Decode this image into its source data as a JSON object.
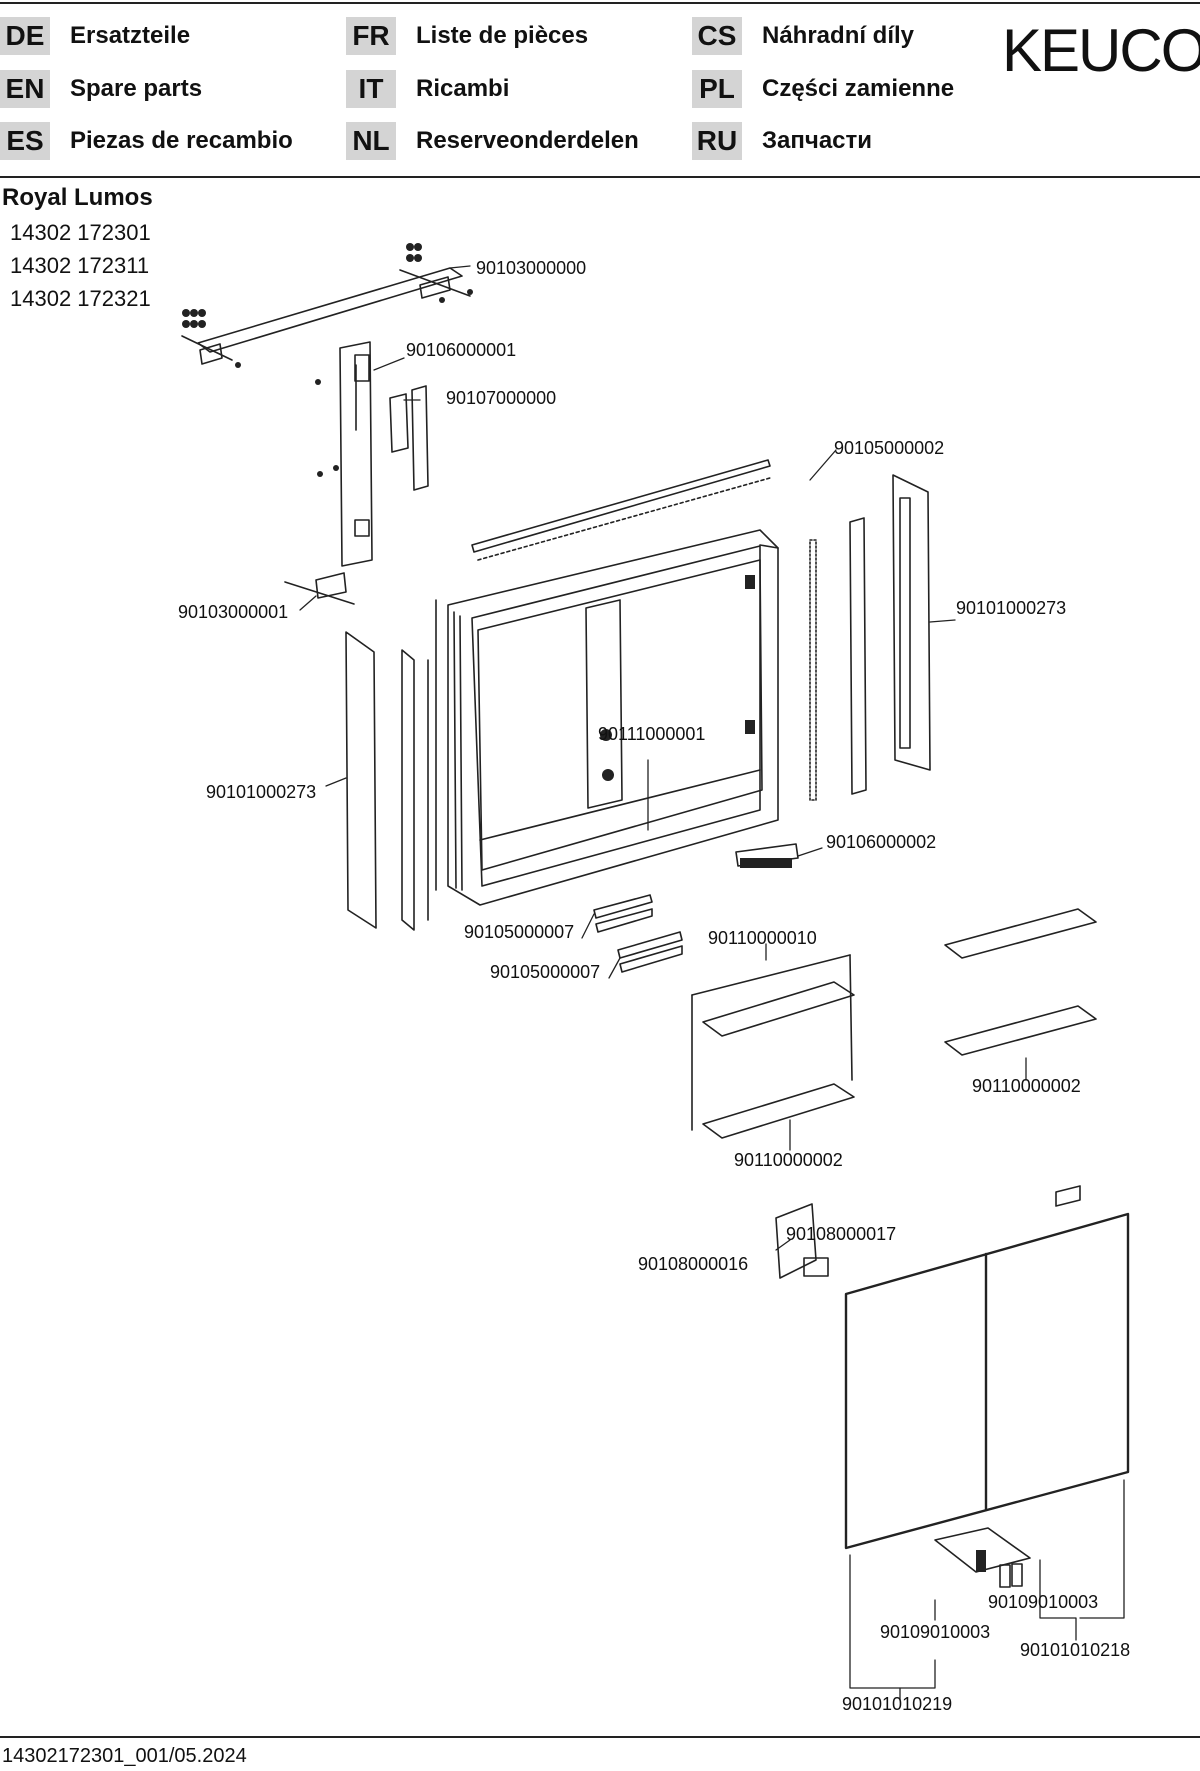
{
  "header": {
    "languages": [
      {
        "code": "DE",
        "label": "Ersatzteile"
      },
      {
        "code": "EN",
        "label": "Spare parts"
      },
      {
        "code": "ES",
        "label": "Piezas de recambio"
      },
      {
        "code": "FR",
        "label": "Liste de pièces"
      },
      {
        "code": "IT",
        "label": "Ricambi"
      },
      {
        "code": "NL",
        "label": "Reserveonderdelen"
      },
      {
        "code": "CS",
        "label": "Náhradní díly"
      },
      {
        "code": "PL",
        "label": "Części zamienne"
      },
      {
        "code": "RU",
        "label": "Запчасти"
      }
    ],
    "brand": "KEUCO"
  },
  "product": {
    "name": "Royal Lumos",
    "article_numbers": [
      "14302 172301",
      "14302 172311",
      "14302 172321"
    ]
  },
  "parts": {
    "p01": "90103000000",
    "p02": "90106000001",
    "p03": "90107000000",
    "p04": "90105000002",
    "p05": "90103000001",
    "p06": "90101000273",
    "p07": "90101000273",
    "p08": "90111000001",
    "p09": "90106000002",
    "p10": "90105000007",
    "p11": "90105000007",
    "p12": "90110000010",
    "p13": "90110000002",
    "p14": "90110000002",
    "p15": "90108000017",
    "p16": "90108000016",
    "p17": "90109010003",
    "p18": "90109010003",
    "p19": "90101010218",
    "p20": "90101010219"
  },
  "footer": {
    "document_code": "14302172301_001/05.2024"
  }
}
